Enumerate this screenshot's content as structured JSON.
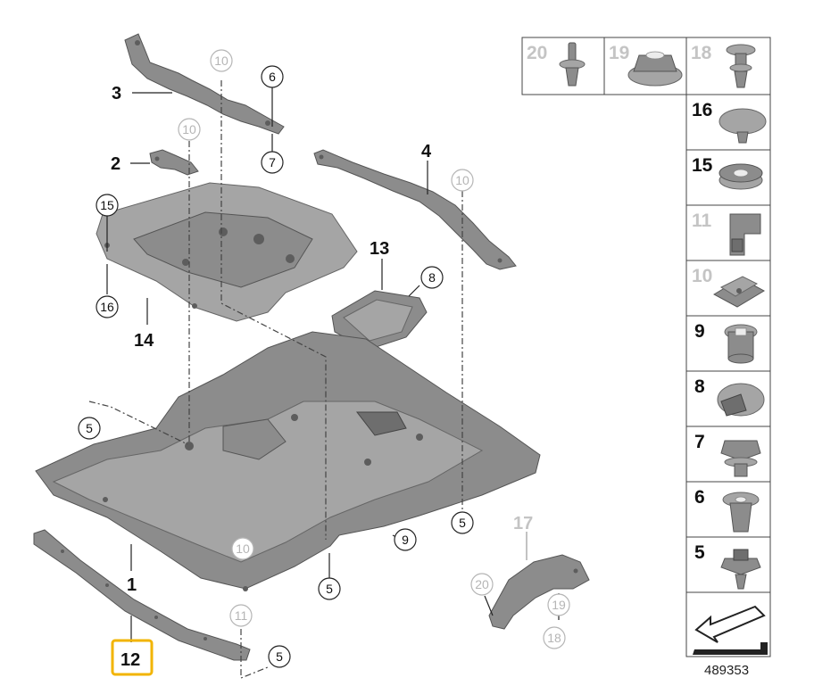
{
  "diagram": {
    "catalog_number": "489353",
    "part_labels": {
      "p1": "1",
      "p2": "2",
      "p3": "3",
      "p4": "4",
      "p12": "12",
      "p13": "13",
      "p14": "14"
    },
    "callouts": {
      "c5_a": "5",
      "c5_b": "5",
      "c5_c": "5",
      "c5_d": "5",
      "c6": "6",
      "c7": "7",
      "c8": "8",
      "c9": "9",
      "c10_a": "10",
      "c10_b": "10",
      "c10_c": "10",
      "c10_d": "10",
      "c11": "11",
      "c15": "15",
      "c16": "16",
      "c17": "17",
      "c18": "18",
      "c19": "19",
      "c20": "20"
    },
    "highlighted_part": "12",
    "legend": {
      "top_row": [
        "20",
        "19",
        "18"
      ],
      "column": [
        "16",
        "15",
        "11",
        "10",
        "9",
        "8",
        "7",
        "6",
        "5"
      ]
    }
  },
  "colors": {
    "highlight": "#f2b400",
    "part_fill": "#8c8c8c",
    "faded": "#b5b5b5"
  }
}
